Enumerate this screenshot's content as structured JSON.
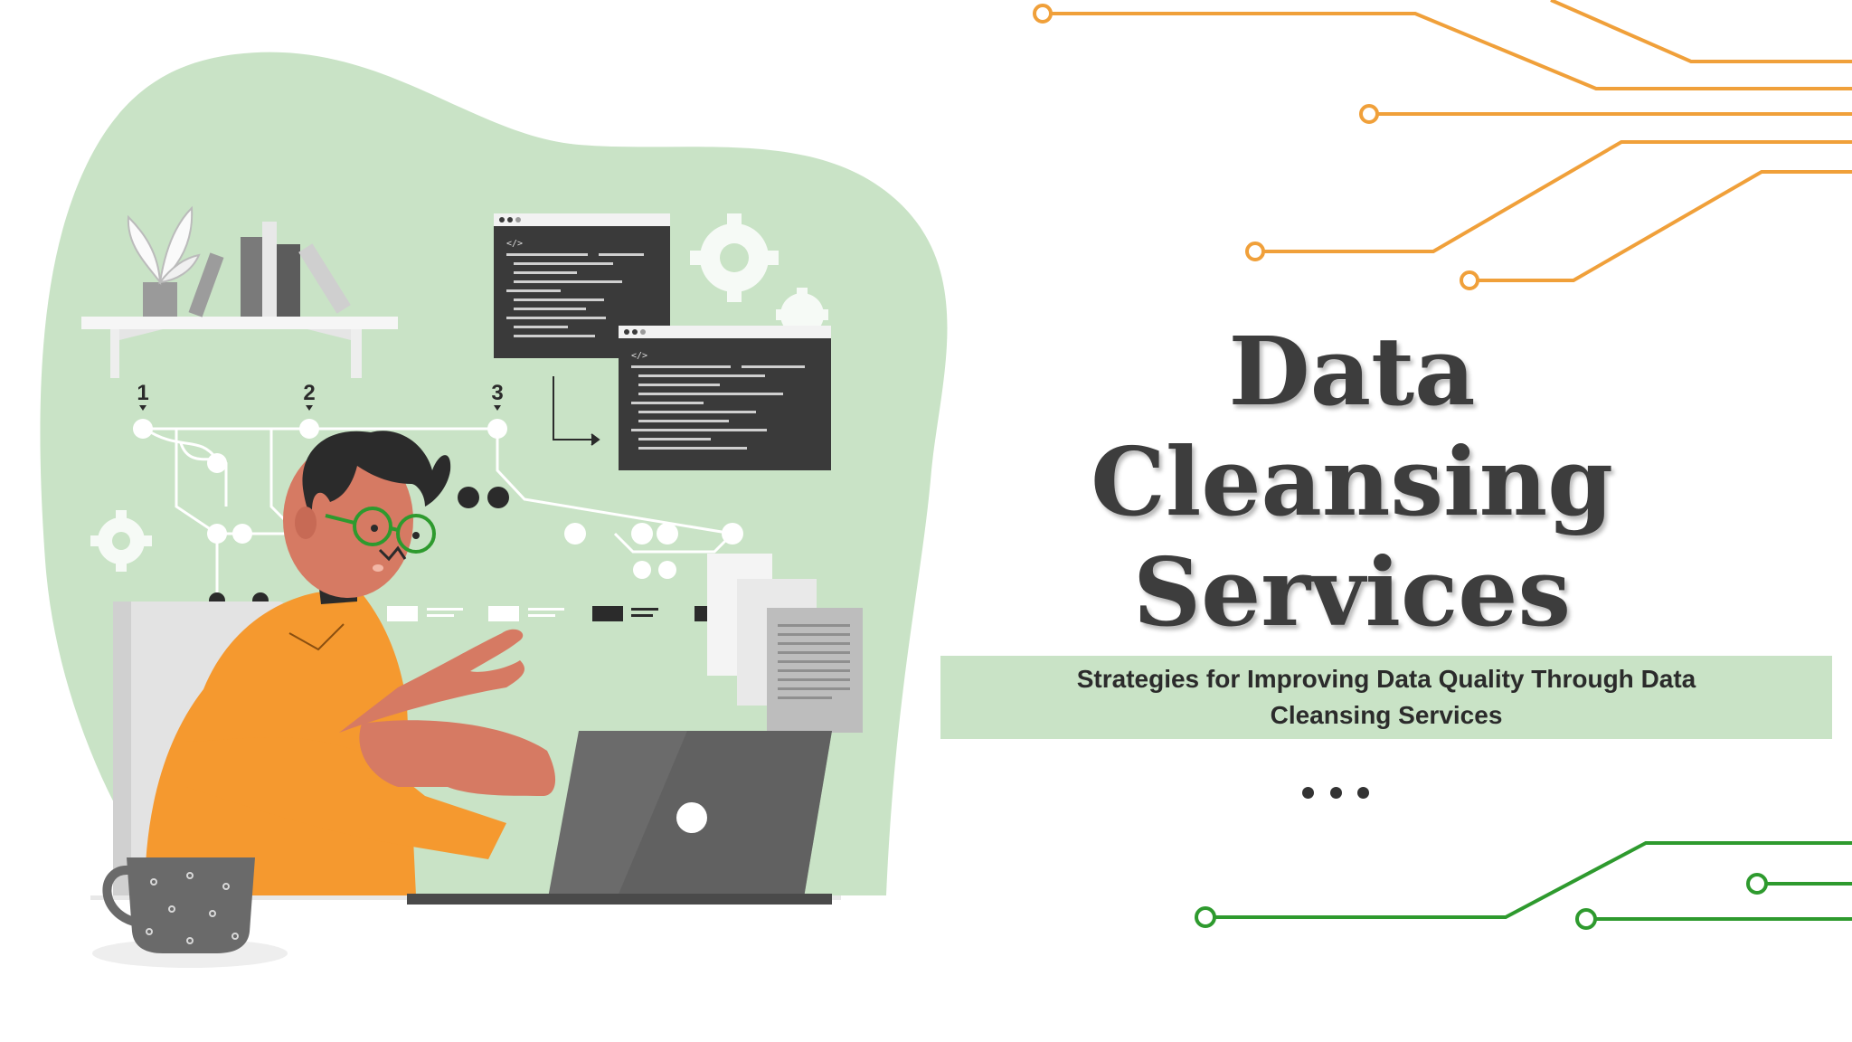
{
  "slide": {
    "title_lines": [
      "Data",
      "Cleansing",
      "Services"
    ],
    "subtitle": "Strategies for Improving Data Quality Through Data Cleansing Services",
    "step_labels": [
      "1",
      "2",
      "3"
    ],
    "code_tag": "</>"
  },
  "colors": {
    "circuit_orange": "#f0a03a",
    "circuit_green": "#2e9a2e",
    "blob_green": "#c9e3c6",
    "band_green": "#c9e3c6",
    "title_text": "#3d3d3d",
    "shirt_orange": "#f5992f",
    "skin": "#d67a63",
    "laptop_gray": "#6b6b6b",
    "code_window": "#3a3a3a"
  },
  "icons": [
    "circuit-lines-orange",
    "circuit-lines-green",
    "gear-icon",
    "plant-icon",
    "books-icon",
    "code-window-icon",
    "document-icon",
    "coffee-mug-icon",
    "laptop-icon",
    "ellipsis-icon"
  ]
}
